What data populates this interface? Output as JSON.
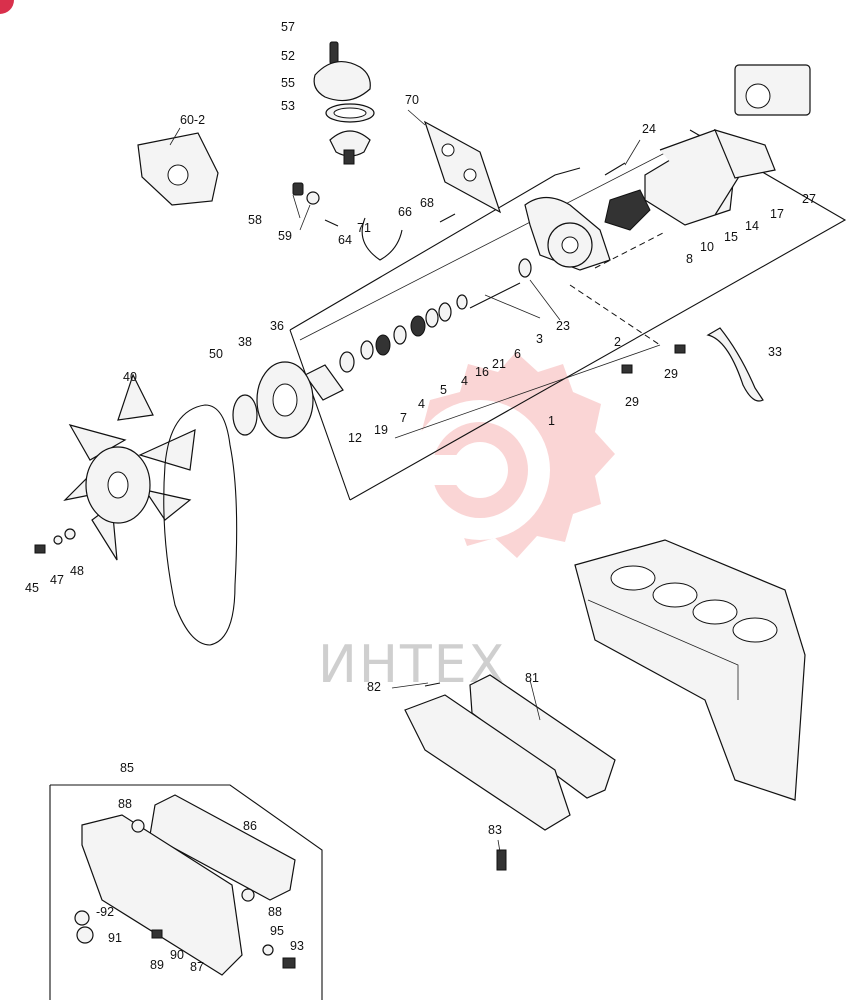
{
  "watermark": {
    "text": "ИНТЕХ",
    "color": "#f2b0b0"
  },
  "labels": {
    "l57": "57",
    "l52": "52",
    "l55": "55",
    "l53": "53",
    "l60_2": "60-2",
    "l70": "70",
    "l24": "24",
    "l58": "58",
    "l59": "59",
    "l64": "64",
    "l71": "71",
    "l66": "66",
    "l68": "68",
    "l27": "27",
    "l17": "17",
    "l14": "14",
    "l15": "15",
    "l10": "10",
    "l8": "8",
    "l23": "23",
    "l3": "3",
    "l2": "2",
    "l33": "33",
    "l29a": "29",
    "l29b": "29",
    "l36": "36",
    "l38": "38",
    "l40": "40",
    "l50": "50",
    "l6": "6",
    "l21": "21",
    "l16": "16",
    "l4a": "4",
    "l5": "5",
    "l4b": "4",
    "l7": "7",
    "l19": "19",
    "l12": "12",
    "l1": "1",
    "l45": "45",
    "l47": "47",
    "l48": "48",
    "l82": "82",
    "l81": "81",
    "l83": "83",
    "l85": "85",
    "l88a": "88",
    "l86": "86",
    "l88b": "88",
    "l92": "-92",
    "l91": "91",
    "l89": "89",
    "l90": "90",
    "l87": "87",
    "l95": "95",
    "l93": "93"
  }
}
